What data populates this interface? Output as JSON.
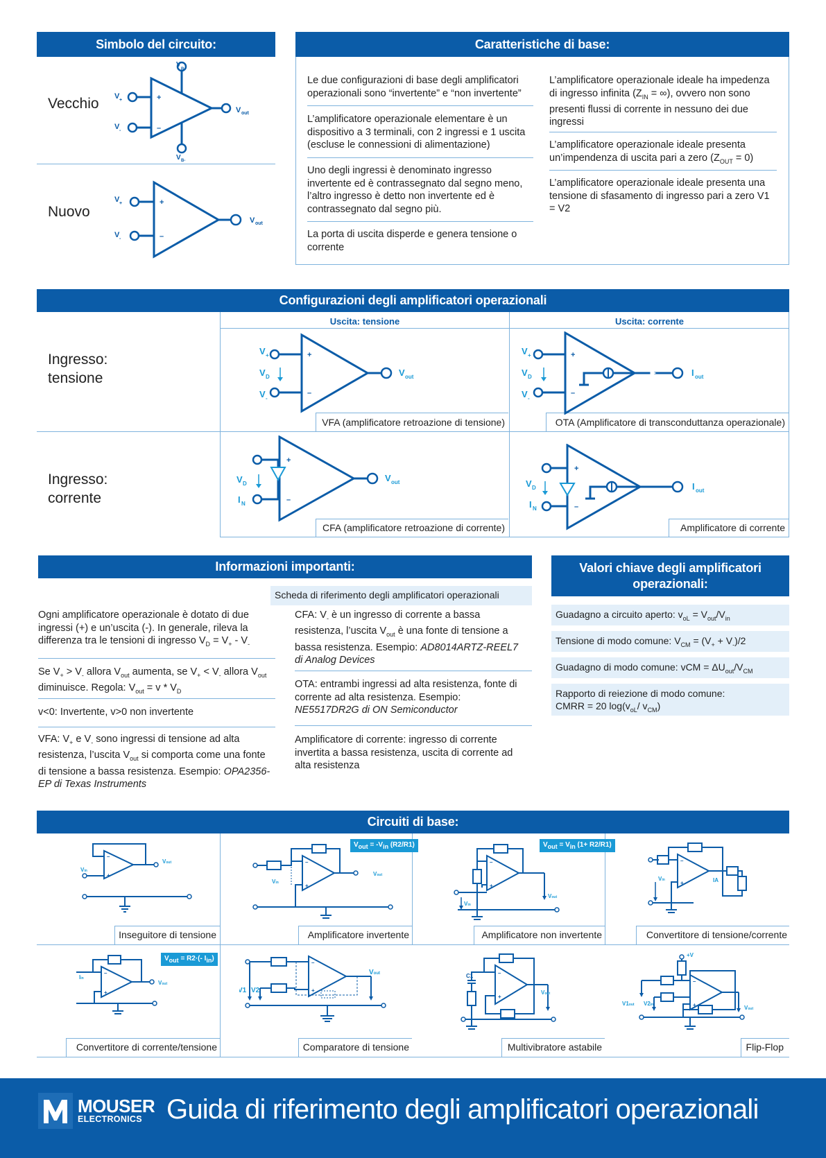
{
  "symbol": {
    "title": "Simbolo del circuito:",
    "old_label": "Vecchio",
    "new_label": "Nuovo"
  },
  "basics": {
    "title": "Caratteristiche di base:",
    "left": [
      "Le due configurazioni di base degli amplificatori operazionali sono “invertente” e “non invertente”",
      "L’amplificatore operazionale elementare è un dispositivo a 3 terminali, con 2 ingressi e 1 uscita (escluse le connessioni di alimentazione)",
      "Uno degli ingressi è denominato ingresso invertente ed è contrassegnato dal segno meno, l’altro ingresso è detto non invertente ed è contrassegnato dal segno più.",
      "La porta di uscita disperde e genera tensione o corrente"
    ],
    "right_1a": "L’amplificatore operazionale ideale ha impedenza di ingresso infinita (Z",
    "right_1b": " = ∞), ovvero non sono presenti flussi di corrente in nessuno dei due ingressi",
    "right_2a": "L’amplificatore operazionale ideale presenta un’impendenza di uscita pari a zero (Z",
    "right_2b": " = 0)",
    "right_3": "L’amplificatore operazionale ideale presenta una tensione di sfasamento di ingresso pari a zero V1 = V2"
  },
  "configs": {
    "title": "Configurazioni degli amplificatori operazionali",
    "col_voltage": "Uscita: tensione",
    "col_current": "Uscita: corrente",
    "row_voltage": "Ingresso:\ntensione",
    "row_current": "Ingresso:\ncorrente",
    "vfa": "VFA (amplificatore retroazione di tensione)",
    "ota": "OTA (Amplificatore di transconduttanza operazionale)",
    "cfa": "CFA (amplificatore retroazione di corrente)",
    "current_amp": "Amplificatore di corrente"
  },
  "info": {
    "title": "Informazioni importanti:",
    "ref_card": "Scheda di riferimento degli amplificatori operazionali",
    "p1": "Ogni amplificatore operazionale è dotato di due ingressi (+) e un’uscita (-). In generale, rileva la differenza tra le tensioni di ingresso V",
    "p2_rule": "diminuisce. Regola: V",
    "p3": "v<0: Invertente, v>0 non invertente",
    "vfa_example": "OPA2356-EP di Texas Instruments",
    "cfa_example": "AD8014ARTZ-REEL7 di Analog Devices",
    "ota_text": "OTA: entrambi ingressi ad alta resistenza, fonte di corrente ad alta resistenza. Esempio:",
    "ota_example": "NE5517DR2G di ON Semiconductor",
    "current_amp_text": "Amplificatore di corrente: ingresso di corrente invertita a bassa resistenza, uscita di corrente ad alta resistenza"
  },
  "key_values": {
    "title": "Valori chiave degli amplificatori operazionali:",
    "cmrr": "Rapporto di reiezione di modo comune:"
  },
  "circuits": {
    "title": "Circuiti di base:",
    "items": [
      "Inseguitore di tensione",
      "Amplificatore invertente",
      "Amplificatore non invertente",
      "Convertitore di tensione/corrente",
      "Convertitore di corrente/tensione",
      "Comparatore di tensione",
      "Multivibratore astabile",
      "Flip-Flop"
    ]
  },
  "footer": {
    "brand_1": "MOUSER",
    "brand_2": "ELECTRONICS",
    "title": "Guida di riferimento degli amplificatori operazionali"
  },
  "colors": {
    "primary": "#0b5ca8",
    "accent": "#1a9ad6",
    "line": "#7fb3dd",
    "tint": "#e3eff9"
  }
}
